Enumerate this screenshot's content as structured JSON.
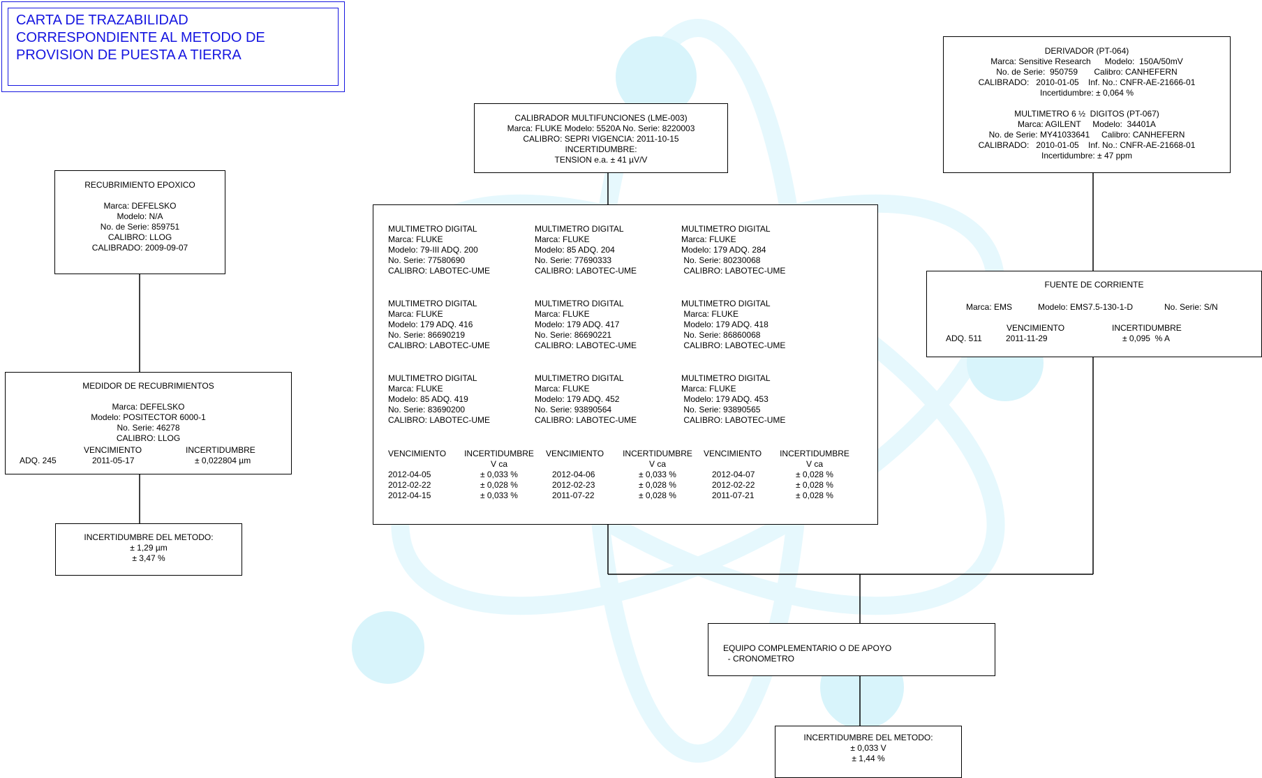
{
  "title": {
    "lines": [
      "CARTA DE TRAZABILIDAD",
      "CORRESPONDIENTE AL METODO DE",
      "PROVISION DE PUESTA A TIERRA"
    ],
    "color": "#1515e0"
  },
  "decor": {
    "atom_color": "#e6f8fd",
    "atom_color_dark": "#d8f4fb"
  },
  "recubrimiento": {
    "title": "RECUBRIMIENTO EPOXICO",
    "lines": [
      "Marca: DEFELSKO",
      "Modelo: N/A",
      "No. de Serie: 859751",
      "CALIBRO: LLOG",
      "CALIBRADO: 2009-09-07"
    ]
  },
  "medidor": {
    "title": "MEDIDOR DE RECUBRIMIENTOS",
    "lines": [
      "Marca: DEFELSKO",
      "Modelo: POSITECTOR 6000-1",
      "No. Serie: 46278",
      "CALIBRO: LLOG"
    ],
    "venc_label": "VENCIMIENTO",
    "inc_label": "INCERTIDUMBRE",
    "adq": "ADQ. 245",
    "venc": "2011-05-17",
    "inc": "± 0,022804 µm"
  },
  "inc_left": {
    "title": "INCERTIDUMBRE DEL METODO:",
    "lines": [
      "± 1,29 µm",
      "± 3,47 %"
    ]
  },
  "calibrador": {
    "lines": [
      "CALIBRADOR MULTIFUNCIONES (LME-003)",
      "Marca: FLUKE Modelo: 5520A No. Serie: 8220003",
      "CALIBRO: SEPRI VIGENCIA: 2011-10-15",
      "INCERTIDUMBRE:",
      "TENSION e.a. ± 41 µV/V"
    ]
  },
  "multimetros": {
    "cells": [
      [
        "MULTIMETRO DIGITAL",
        "Marca: FLUKE",
        "Modelo: 79-III ADQ. 200",
        "No. Serie: 77580690",
        "CALIBRO: LABOTEC-UME"
      ],
      [
        "MULTIMETRO DIGITAL",
        "Marca: FLUKE",
        "Modelo: 85 ADQ. 204",
        "No. Serie: 77690333",
        "CALIBRO: LABOTEC-UME"
      ],
      [
        "MULTIMETRO DIGITAL",
        "Marca: FLUKE",
        "Modelo: 179 ADQ. 284",
        " No. Serie: 80230068",
        " CALIBRO: LABOTEC-UME"
      ],
      [
        "MULTIMETRO DIGITAL",
        "Marca: FLUKE",
        "Modelo: 179 ADQ. 416",
        "No. Serie: 86690219",
        "CALIBRO: LABOTEC-UME"
      ],
      [
        "MULTIMETRO DIGITAL",
        "Marca: FLUKE",
        "Modelo: 179 ADQ. 417",
        "No. Serie: 86690221",
        "CALIBRO: LABOTEC-UME"
      ],
      [
        "MULTIMETRO DIGITAL",
        " Marca: FLUKE",
        " Modelo: 179 ADQ. 418",
        " No. Serie: 86860068",
        " CALIBRO: LABOTEC-UME"
      ],
      [
        "MULTIMETRO DIGITAL",
        "Marca: FLUKE",
        "Modelo: 85 ADQ. 419",
        "No. Serie: 83690200",
        "CALIBRO: LABOTEC-UME"
      ],
      [
        "MULTIMETRO DIGITAL",
        "Marca: FLUKE",
        "Modelo: 179 ADQ. 452",
        "No. Serie: 93890564",
        "CALIBRO: LABOTEC-UME"
      ],
      [
        "MULTIMETRO DIGITAL",
        "Marca: FLUKE",
        " Modelo: 179 ADQ. 453",
        " No. Serie: 93890565",
        " CALIBRO: LABOTEC-UME"
      ]
    ],
    "venc_label": "VENCIMIENTO",
    "inc_label": "INCERTIDUMBRE",
    "vca": "V ca",
    "groups": [
      {
        "dates": [
          "2012-04-05",
          "2012-02-22",
          "2012-04-15"
        ],
        "incs": [
          "± 0,033 %",
          "± 0,028 %",
          "± 0,033 %"
        ]
      },
      {
        "dates": [
          "2012-04-06",
          "2012-02-23",
          "2011-07-22"
        ],
        "incs": [
          "± 0,033 %",
          "± 0,028 %",
          "± 0,028 %"
        ]
      },
      {
        "dates": [
          "2012-04-07",
          "2012-02-22",
          "2011-07-21"
        ],
        "incs": [
          "± 0,028 %",
          "± 0,028 %",
          "± 0,028 %"
        ]
      }
    ]
  },
  "derivador": {
    "lines": [
      "DERIVADOR (PT-064)",
      "Marca: Sensitive Research      Modelo:  150A/50mV",
      "No. de Serie:  950759       Calibro: CANHEFERN",
      "CALIBRADO:   2010-01-05    Inf. No.: CNFR-AE-21666-01",
      "Incertidumbre: ± 0,064 %"
    ],
    "lines2": [
      "MULTIMETRO 6 ½  DIGITOS (PT-067)",
      "Marca: AGILENT     Modelo:  34401A",
      "No. de Serie: MY41033641     Calibro: CANHEFERN",
      "CALIBRADO:   2010-01-05    Inf. No.: CNFR-AE-21668-01",
      "Incertidumbre: ± 47 ppm"
    ]
  },
  "fuente": {
    "title": "FUENTE DE CORRIENTE",
    "marca": "Marca: EMS",
    "modelo": "Modelo: EMS7.5-130-1-D",
    "serie": "No. Serie: S/N",
    "venc_label": "VENCIMIENTO",
    "inc_label": "INCERTIDUMBRE",
    "adq": "ADQ. 511",
    "venc": "2011-11-29",
    "inc": "± 0,095  % A"
  },
  "equipo": {
    "lines": [
      "EQUIPO COMPLEMENTARIO O DE APOYO",
      "  - CRONOMETRO"
    ]
  },
  "inc_right": {
    "title": "INCERTIDUMBRE DEL METODO:",
    "lines": [
      "± 0,033 V",
      "± 1,44 %"
    ]
  }
}
